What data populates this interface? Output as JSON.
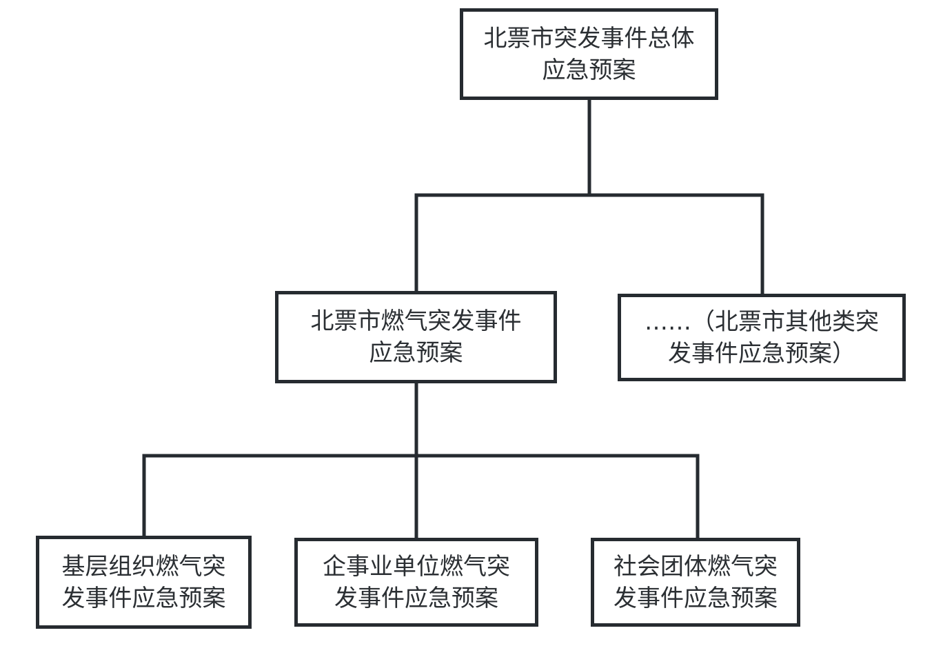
{
  "colors": {
    "line": "#262b30",
    "text": "#2b2f33",
    "background": "#ffffff"
  },
  "nodes": {
    "root": {
      "line1": "北票市突发事件总体",
      "line2": "应急预案"
    },
    "gas": {
      "line1": "北票市燃气突发事件",
      "line2": "应急预案"
    },
    "other": {
      "line1": "……（北票市其他类突",
      "line2": "发事件应急预案）"
    },
    "grassroots": {
      "line1": "基层组织燃气突",
      "line2": "发事件应急预案"
    },
    "enterprise": {
      "line1": "企事业单位燃气突",
      "line2": "发事件应急预案"
    },
    "social": {
      "line1": "社会团体燃气突",
      "line2": "发事件应急预案"
    }
  }
}
